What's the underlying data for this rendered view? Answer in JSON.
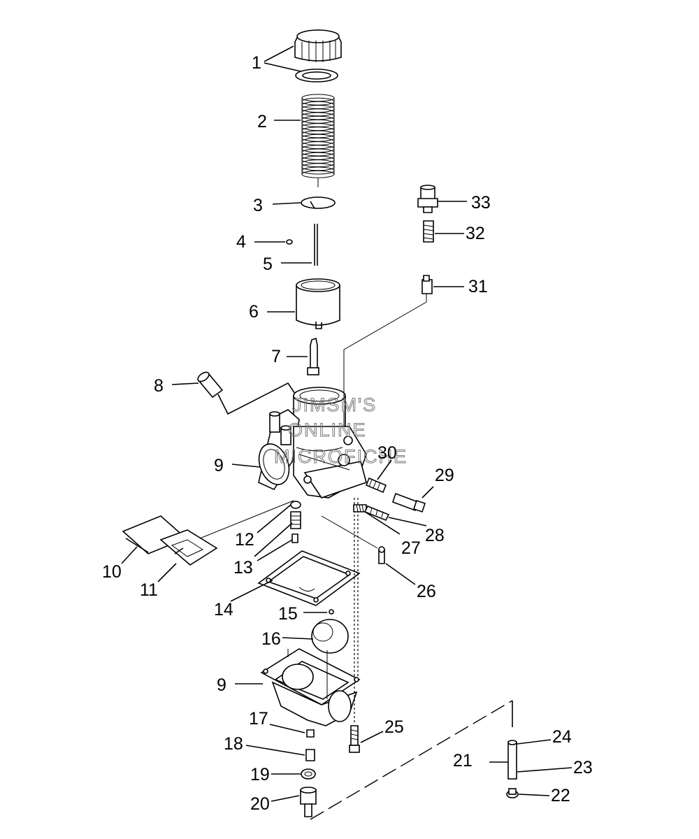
{
  "watermark": [
    "JIMSM'S",
    "ONLINE",
    "MICROFICHE"
  ],
  "callouts": [
    "1",
    "2",
    "3",
    "4",
    "5",
    "6",
    "7",
    "8",
    "9",
    "9",
    "10",
    "11",
    "12",
    "13",
    "14",
    "15",
    "16",
    "17",
    "18",
    "19",
    "20",
    "21",
    "22",
    "23",
    "24",
    "25",
    "26",
    "27",
    "28",
    "29",
    "30",
    "31",
    "32",
    "33"
  ]
}
